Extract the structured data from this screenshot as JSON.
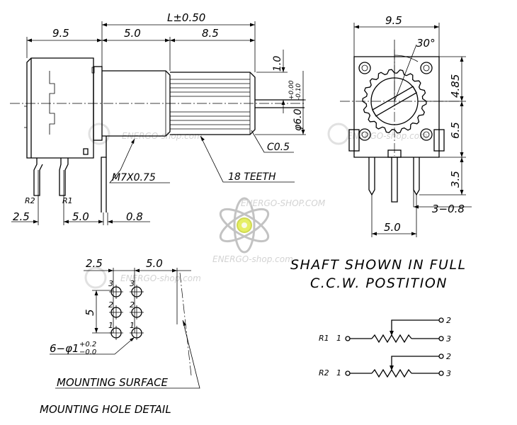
{
  "front_view": {
    "dim_9_5": "9.5",
    "dim_5_0": "5.0",
    "dim_L": "L±0.50",
    "dim_8_5": "8.5",
    "dim_1_0": "1.0",
    "dim_phi6_main": "φ6.0",
    "dim_phi6_upper": "+0.00",
    "dim_phi6_lower": "-0.10",
    "chamfer": "C0.5",
    "thread": "M7X0.75",
    "teeth": "18 TEETH",
    "pin_r2": "R2",
    "pin_r1": "R1",
    "dim_2_5": "2.5",
    "dim_5_0_bottom": "5.0",
    "dim_0_8": "0.8"
  },
  "side_view": {
    "dim_9_5": "9.5",
    "angle": "30°",
    "dim_4_85": "4.85",
    "dim_6_5": "6.5",
    "dim_3_5": "3.5",
    "dim_3_0_8": "3−0.8",
    "dim_5_0": "5.0"
  },
  "hole_detail": {
    "dim_2_5": "2.5",
    "dim_5_0": "5.0",
    "dim_5": "5",
    "pin_labels_left": [
      "3",
      "2",
      "1"
    ],
    "pin_labels_right": [
      "3",
      "2",
      "1"
    ],
    "hole_main": "6−φ1",
    "hole_upper": "+0.2",
    "hole_lower": "−0.0",
    "mounting_surface": "MOUNTING SURFACE",
    "title": "MOUNTING HOLE DETAIL"
  },
  "note": {
    "line1": "SHAFT SHOWN IN FULL",
    "line2": "C.C.W. POSTITION"
  },
  "schematic": {
    "r1": {
      "name": "R1",
      "pin1": "1",
      "pin2": "2",
      "pin3": "3"
    },
    "r2": {
      "name": "R2",
      "pin1": "1",
      "pin2": "2",
      "pin3": "3"
    }
  },
  "watermark": {
    "text": "ENERGO-shop.com",
    "text_small": "ENERGO-SHOP.COM"
  }
}
